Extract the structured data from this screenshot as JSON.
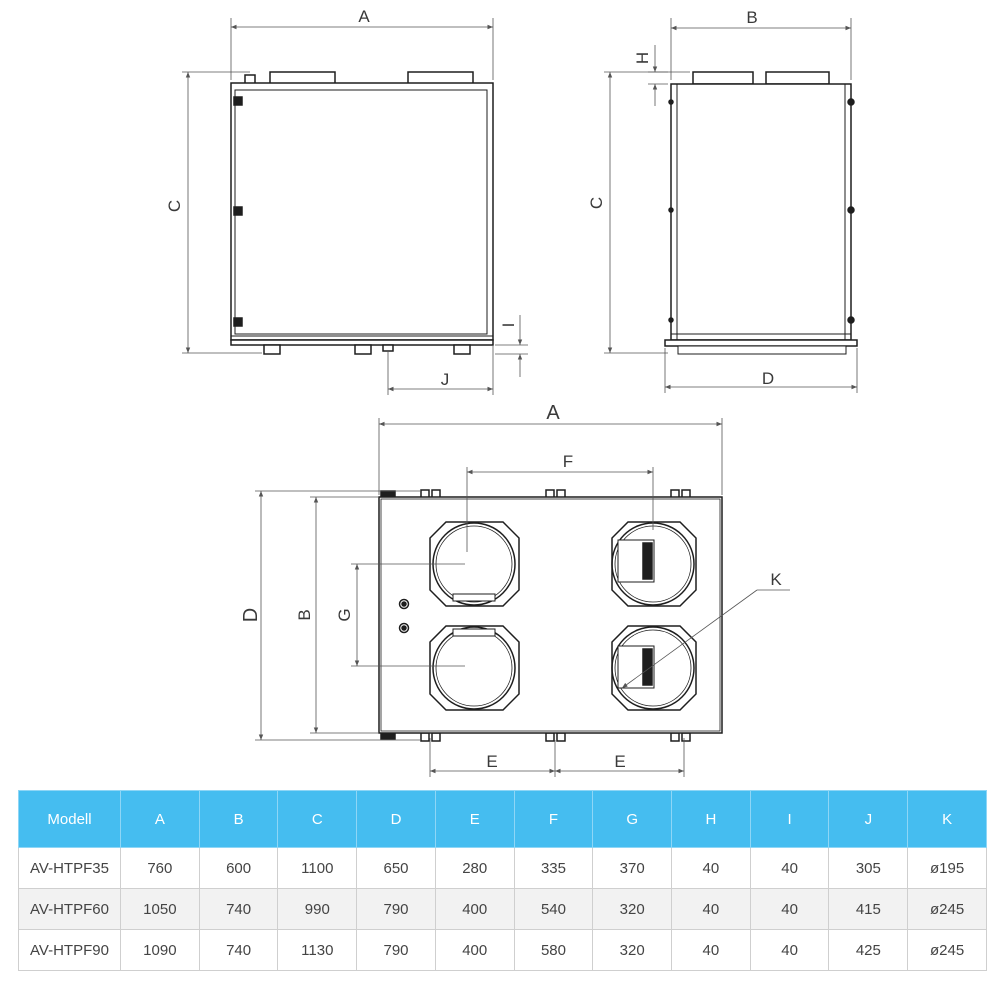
{
  "drawing": {
    "front_view": {
      "width_label": "A",
      "height_label": "C",
      "foot_label": "I",
      "offset_label": "J"
    },
    "side_view": {
      "width_label": "B",
      "height_label": "C",
      "top_label": "H",
      "depth_label": "D"
    },
    "top_view": {
      "width_label": "A",
      "spacing_label": "F",
      "depth_label": "D",
      "inner_label": "B",
      "gap_label": "G",
      "diameter_label": "K",
      "foot_label": "E"
    }
  },
  "table": {
    "headers": [
      "Modell",
      "A",
      "B",
      "C",
      "D",
      "E",
      "F",
      "G",
      "H",
      "I",
      "J",
      "K"
    ],
    "rows": [
      [
        "AV-HTPF35",
        "760",
        "600",
        "1100",
        "650",
        "280",
        "335",
        "370",
        "40",
        "40",
        "305",
        "ø195"
      ],
      [
        "AV-HTPF60",
        "1050",
        "740",
        "990",
        "790",
        "400",
        "540",
        "320",
        "40",
        "40",
        "415",
        "ø245"
      ],
      [
        "AV-HTPF90",
        "1090",
        "740",
        "1130",
        "790",
        "400",
        "580",
        "320",
        "40",
        "40",
        "425",
        "ø245"
      ]
    ]
  },
  "colors": {
    "header_bg": "#45bdf0",
    "line": "#1e1e1e",
    "dim_line": "#555555"
  }
}
